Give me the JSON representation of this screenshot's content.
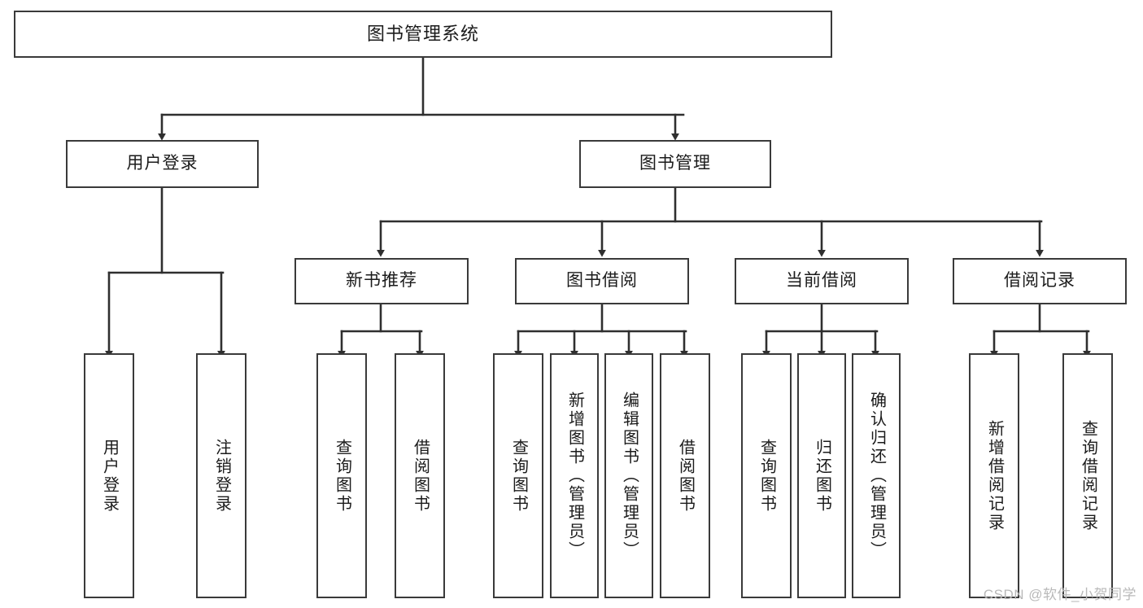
{
  "diagram": {
    "title": "图书管理系统",
    "type": "tree-hierarchy",
    "orientation": "top-down",
    "colors": {
      "box_border": "#3a3a3a",
      "box_fill": "#ffffff",
      "edge": "#2f2f2f",
      "text": "#1b1b1b",
      "watermark": "#b9b9b9",
      "background": "#ffffff"
    },
    "watermark": "CSDN @软件_小贺同学"
  },
  "nodes": {
    "root": {
      "label": "图书管理系统"
    },
    "level1": [
      {
        "id": "user-login",
        "label": "用户登录"
      },
      {
        "id": "book-manage",
        "label": "图书管理"
      }
    ],
    "level2": [
      {
        "id": "new-book-recommend",
        "label": "新书推荐"
      },
      {
        "id": "book-borrow",
        "label": "图书借阅"
      },
      {
        "id": "current-borrow",
        "label": "当前借阅"
      },
      {
        "id": "borrow-record",
        "label": "借阅记录"
      }
    ],
    "leaves": {
      "user-login": [
        {
          "id": "leaf-user-login",
          "label": "用户登录"
        },
        {
          "id": "leaf-logout-login",
          "label": "注销登录"
        }
      ],
      "new-book-recommend": [
        {
          "id": "leaf-query-book-1",
          "label": "查询图书"
        },
        {
          "id": "leaf-borrow-book-1",
          "label": "借阅图书"
        }
      ],
      "book-borrow": [
        {
          "id": "leaf-query-book-2",
          "label": "查询图书"
        },
        {
          "id": "leaf-add-book",
          "label": "新增图书（管理员）"
        },
        {
          "id": "leaf-edit-book",
          "label": "编辑图书（管理员）"
        },
        {
          "id": "leaf-borrow-book-2",
          "label": "借阅图书"
        }
      ],
      "current-borrow": [
        {
          "id": "leaf-query-book-3",
          "label": "查询图书"
        },
        {
          "id": "leaf-return-book",
          "label": "归还图书"
        },
        {
          "id": "leaf-confirm-return",
          "label": "确认归还（管理员）"
        }
      ],
      "borrow-record": [
        {
          "id": "leaf-add-record",
          "label": "新增借阅记录"
        },
        {
          "id": "leaf-query-record",
          "label": "查询借阅记录"
        }
      ]
    }
  }
}
